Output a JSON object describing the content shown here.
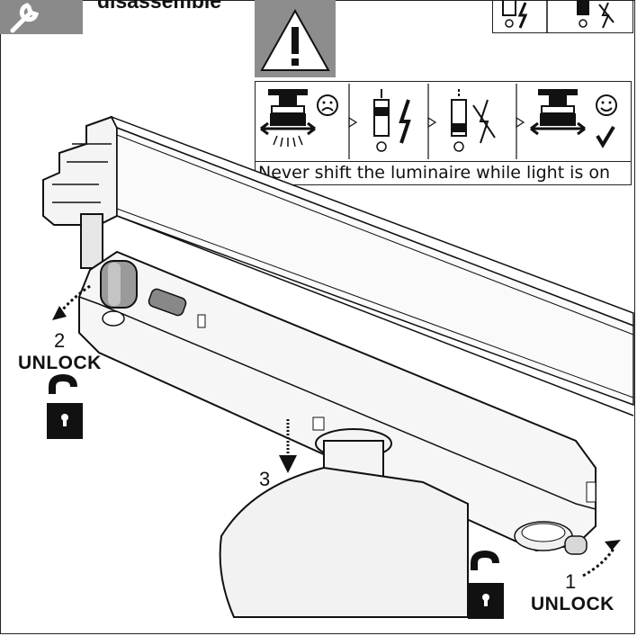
{
  "header": {
    "title_fragment": "disassemble",
    "wrench_icon": "wrench-icon"
  },
  "warning": {
    "icon": "warning-triangle-icon",
    "caption": "Never shift the luminaire while light is on",
    "sequence_icons": [
      "luminaire-shift-sad-icon",
      "lamp-on-lightning-icon",
      "lamp-off-no-lightning-icon",
      "luminaire-shift-happy-icon"
    ]
  },
  "steps": [
    {
      "number": "1",
      "label": "UNLOCK"
    },
    {
      "number": "2",
      "label": "UNLOCK"
    },
    {
      "number": "3",
      "label": ""
    }
  ]
}
